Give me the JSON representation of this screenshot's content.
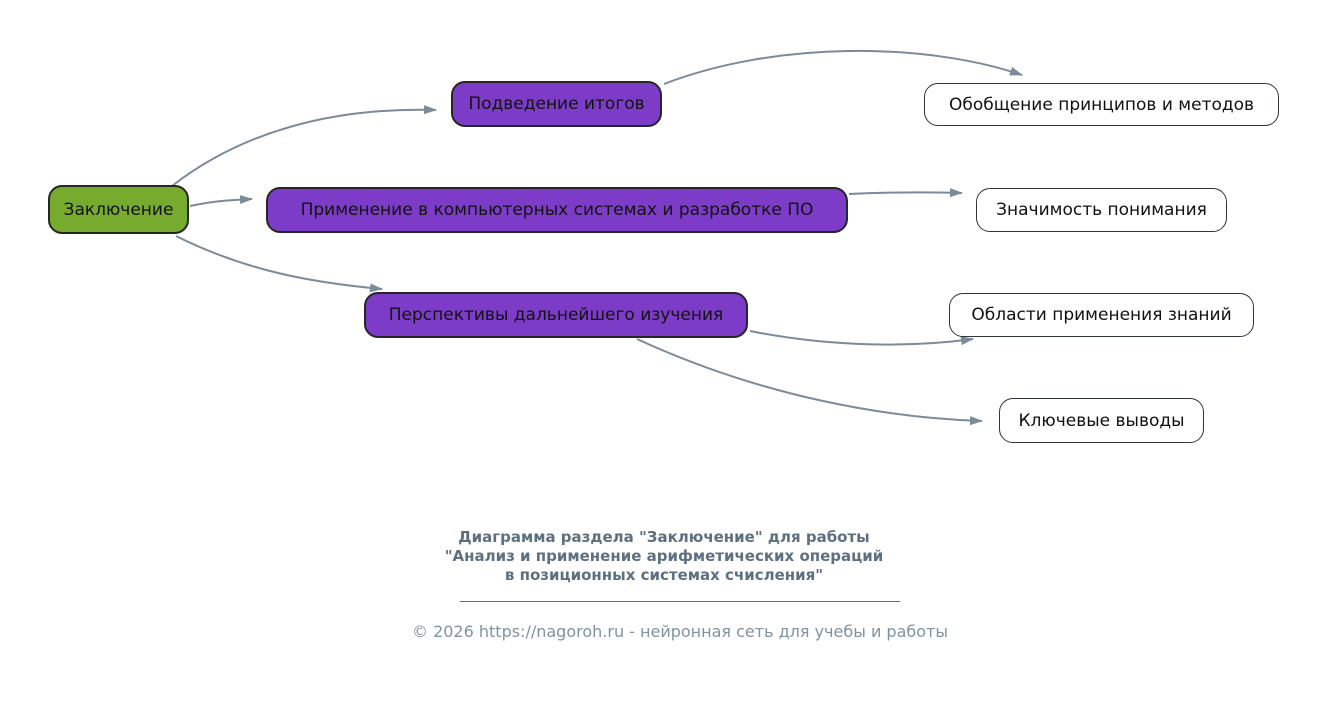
{
  "diagram": {
    "nodes": {
      "root": {
        "label": "Заключение"
      },
      "summary": {
        "label": "Подведение итогов"
      },
      "application": {
        "label": "Применение в компьютерных системах и разработке ПО"
      },
      "perspectives": {
        "label": "Перспективы дальнейшего изучения"
      },
      "generalization": {
        "label": "Обобщение принципов и методов"
      },
      "significance": {
        "label": "Значимость понимания"
      },
      "areas": {
        "label": "Области применения знаний"
      },
      "conclusions": {
        "label": "Ключевые выводы"
      }
    },
    "edges": [
      {
        "from": "Заключение",
        "to": "Подведение итогов"
      },
      {
        "from": "Заключение",
        "to": "Применение в компьютерных системах и разработке ПО"
      },
      {
        "from": "Заключение",
        "to": "Перспективы дальнейшего изучения"
      },
      {
        "from": "Подведение итогов",
        "to": "Обобщение принципов и методов"
      },
      {
        "from": "Применение в компьютерных системах и разработке ПО",
        "to": "Значимость понимания"
      },
      {
        "from": "Перспективы дальнейшего изучения",
        "to": "Области применения знаний"
      },
      {
        "from": "Перспективы дальнейшего изучения",
        "to": "Ключевые выводы"
      }
    ]
  },
  "caption": {
    "line1": "Диаграмма раздела \"Заключение\" для работы",
    "line2": "\"Анализ и применение арифметических операций",
    "line3": "в позиционных системах счисления\""
  },
  "footer": {
    "text": "© 2026 https://nagoroh.ru - нейронная сеть для учебы и работы"
  },
  "colors": {
    "bg": "#ffffff",
    "green": "#76ab2d",
    "purple": "#7d3cc8",
    "white-node": "#ffffff",
    "node-border": "#262626",
    "leaf-border": "#2f353b",
    "edge": "#7b8b9a",
    "caption": "#5d7082",
    "footer": "#7f93a2"
  }
}
